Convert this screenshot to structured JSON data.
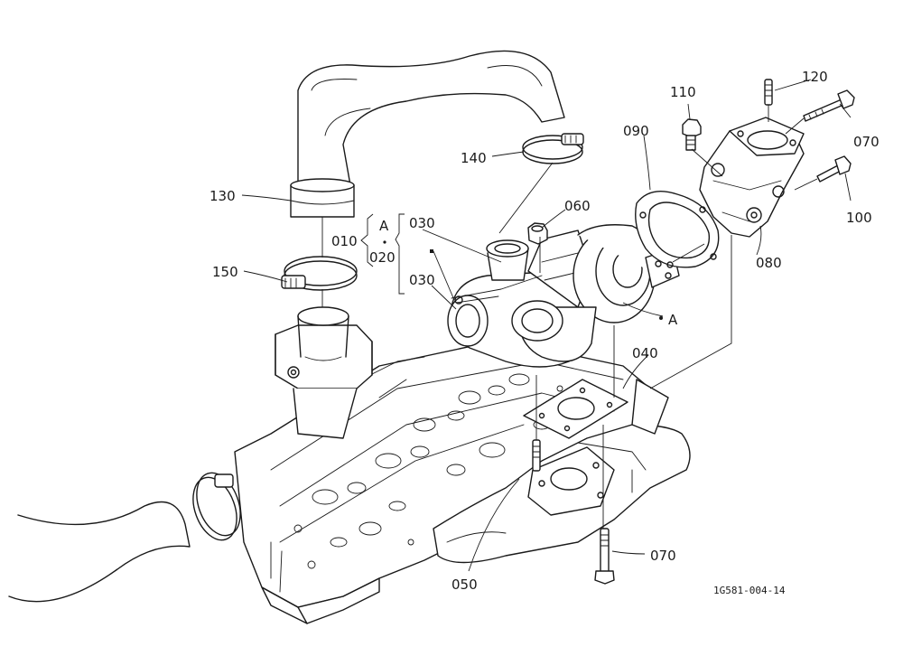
{
  "callouts": {
    "p010": "010",
    "p020": "020",
    "p030a": "030",
    "p030b": "030",
    "p040": "040",
    "p050": "050",
    "p060": "060",
    "p070a": "070",
    "p070b": "070",
    "p080": "080",
    "p090": "090",
    "p100": "100",
    "p110": "110",
    "p120": "120",
    "p130": "130",
    "p140": "140",
    "p150": "150"
  },
  "markers": {
    "a1": "A",
    "a2": "A"
  },
  "reference_code": "1G581-004-14"
}
